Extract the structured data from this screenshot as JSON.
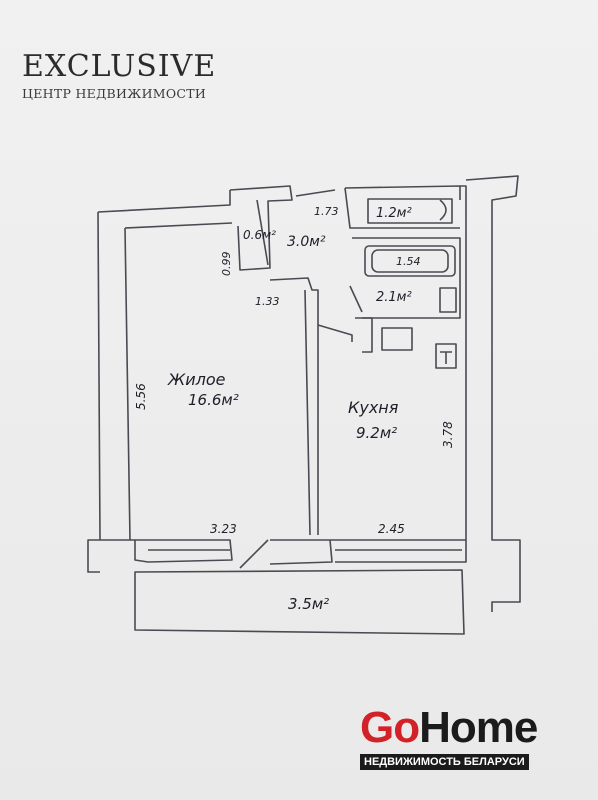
{
  "watermark": {
    "title": "EXCLUSIVE",
    "subtitle": "ЦЕНТР НЕДВИЖИМОСТИ"
  },
  "plan": {
    "rooms": {
      "living": {
        "name": "Жилое",
        "area": "16.6м²"
      },
      "kitchen": {
        "name": "Кухня",
        "area": "9.2м²"
      },
      "hall": {
        "area": "3.0м²"
      },
      "closet": {
        "area": "0.6м²"
      },
      "toilet": {
        "area": "1.2м²"
      },
      "bath": {
        "area": "2.1м²"
      },
      "balcony": {
        "area": "3.5м²"
      }
    },
    "dimensions": {
      "living_height": "5.56",
      "living_width": "3.23",
      "kitchen_height": "3.78",
      "kitchen_width": "2.45",
      "hall_width": "1.73",
      "closet_height": "0.99",
      "hall_lower": "1.33",
      "bath_tub": "1.54"
    }
  },
  "brand": {
    "go": "Go",
    "home": "Home",
    "tagline": "НЕДВИЖИМОСТЬ БЕЛАРУСИ"
  },
  "colors": {
    "ink": "#4a4a52",
    "accent": "#d32128",
    "dark": "#1b1b1b"
  }
}
